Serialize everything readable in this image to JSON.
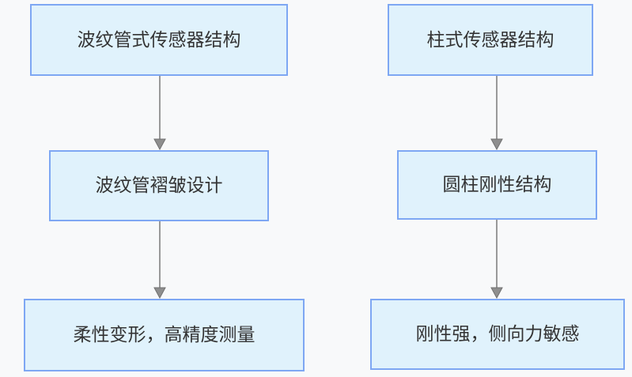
{
  "colors": {
    "background": "#f8f9fa",
    "node_fill": "#e0f2fc",
    "node_border": "#7ea7f3",
    "node_text": "#333333",
    "arrow_line": "#999999",
    "arrow_fill": "#8e8e8e",
    "arrow_stroke": "#707070"
  },
  "nodes": {
    "l1": {
      "label": "波纹管式传感器结构"
    },
    "l2": {
      "label": "波纹管褶皱设计"
    },
    "l3": {
      "label": "柔性变形，高精度测量"
    },
    "r1": {
      "label": "柱式传感器结构"
    },
    "r2": {
      "label": "圆柱刚性结构"
    },
    "r3": {
      "label": "刚性强，侧向力敏感"
    }
  },
  "edges": [
    {
      "from": "波纹管式传感器结构",
      "to": "波纹管褶皱设计"
    },
    {
      "from": "波纹管褶皱设计",
      "to": "柔性变形，高精度测量"
    },
    {
      "from": "柱式传感器结构",
      "to": "圆柱刚性结构"
    },
    {
      "from": "圆柱刚性结构",
      "to": "刚性强，侧向力敏感"
    }
  ]
}
